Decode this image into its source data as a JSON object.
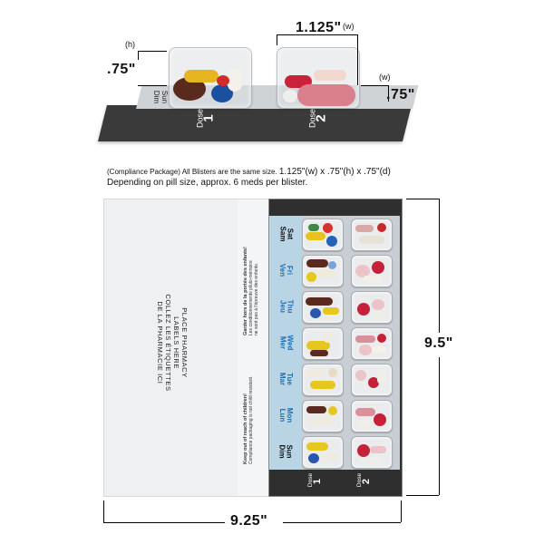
{
  "top_view": {
    "height_label": ".75\"",
    "height_tag": "(h)",
    "width_label": "1.125\"",
    "width_tag": "(w)",
    "depth_label": ".75\"",
    "depth_tag": "(w)",
    "day_en": "Sun",
    "day_fr": "Dim",
    "dose1_label": "Dose",
    "dose1_num": "1",
    "dose2_label": "Dose",
    "dose2_num": "2"
  },
  "caption": {
    "prefix": "(Compliance Package)  All Blisters are the same size.",
    "dims": "1.125\"(w) x .75\"(h) x .75\"(d)",
    "line2": "Depending on pill size, approx. 6 meds per blister."
  },
  "card": {
    "pharmacy_line1": "PLACE PHARMACY",
    "pharmacy_line2": "LABELS HERE",
    "pharmacy_line3": "COLLEZ LES ÉTIQUETTES",
    "pharmacy_line4": "DE LA PHARMACIE ICI",
    "warn_en_title": "Keep out of reach of children!",
    "warn_en_body": "Compliance packaging is not child resistant.",
    "warn_fr_title": "Garder hors de la portée des enfants!",
    "warn_fr_body1": "Les conditionnements pilulo-mémoire",
    "warn_fr_body2": "ne sont pas à l'épreuve des enfants.",
    "days": [
      {
        "en": "Sat",
        "fr": "Sam",
        "color": "#222222"
      },
      {
        "en": "Fri",
        "fr": "Ven",
        "color": "#1f6fb2"
      },
      {
        "en": "Thu",
        "fr": "Jeu",
        "color": "#1f6fb2"
      },
      {
        "en": "Wed",
        "fr": "Mer",
        "color": "#1f6fb2"
      },
      {
        "en": "Tue",
        "fr": "Mar",
        "color": "#1f6fb2"
      },
      {
        "en": "Mon",
        "fr": "Lun",
        "color": "#1f6fb2"
      },
      {
        "en": "Sun",
        "fr": "Dim",
        "color": "#222222"
      }
    ],
    "dose1_label": "Dose",
    "dose1_num": "1",
    "dose2_label": "Dose",
    "dose2_num": "2",
    "height_label": "9.5\"",
    "width_label": "9.25\""
  }
}
